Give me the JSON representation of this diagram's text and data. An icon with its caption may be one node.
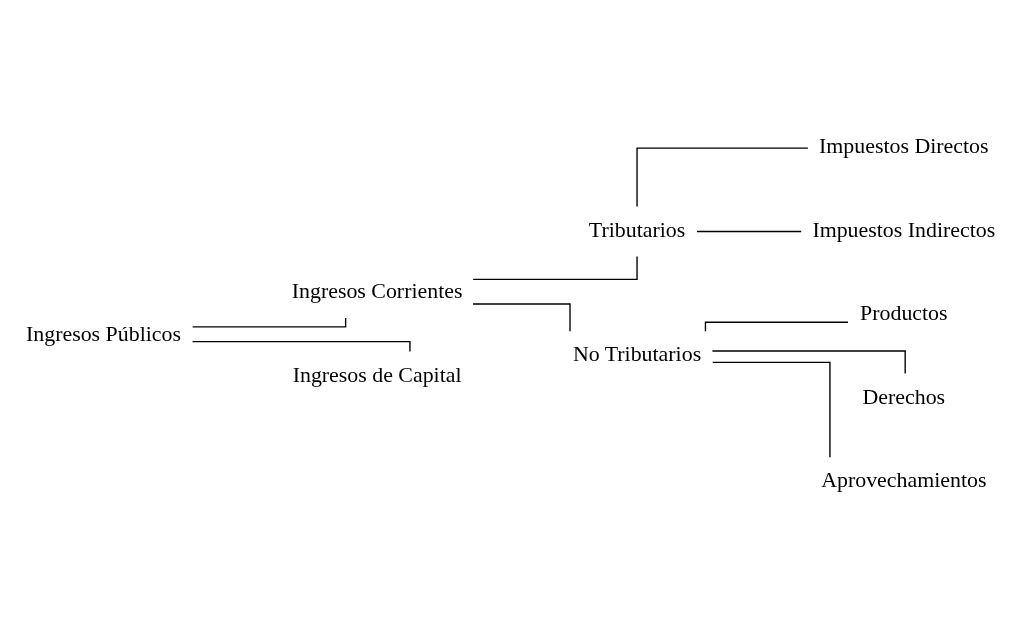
{
  "diagram": {
    "nodes": [
      {
        "text": [
          "Ingresos Públicos"
        ]
      },
      {
        "text": [
          "Ingresos Corrientes"
        ]
      },
      {
        "text": [
          "Ingresos de Capital"
        ]
      },
      {
        "text": [
          "Tributarios"
        ]
      },
      {
        "text": [
          "No Tributarios"
        ]
      },
      {
        "text": [
          "Impuestos Directos"
        ]
      },
      {
        "text": [
          "Impuestos Indirectos"
        ]
      },
      {
        "text": [
          "Productos"
        ]
      },
      {
        "text": [
          "Derechos"
        ]
      },
      {
        "text": [
          "Aprovechamientos"
        ]
      }
    ],
    "edges": [
      {
        "from": 0,
        "to": 1,
        "arrow": "none"
      },
      {
        "from": 0,
        "to": 2,
        "arrow": "none"
      },
      {
        "from": 1,
        "to": 3,
        "arrow": "none"
      },
      {
        "from": 1,
        "to": 4,
        "arrow": "none"
      },
      {
        "from": 3,
        "to": 5,
        "arrow": "none"
      },
      {
        "from": 3,
        "to": 6,
        "arrow": "none"
      },
      {
        "from": 4,
        "to": 7,
        "arrow": "none"
      },
      {
        "from": 4,
        "to": 8,
        "arrow": "none"
      },
      {
        "from": 4,
        "to": 9,
        "arrow": "none"
      }
    ]
  }
}
